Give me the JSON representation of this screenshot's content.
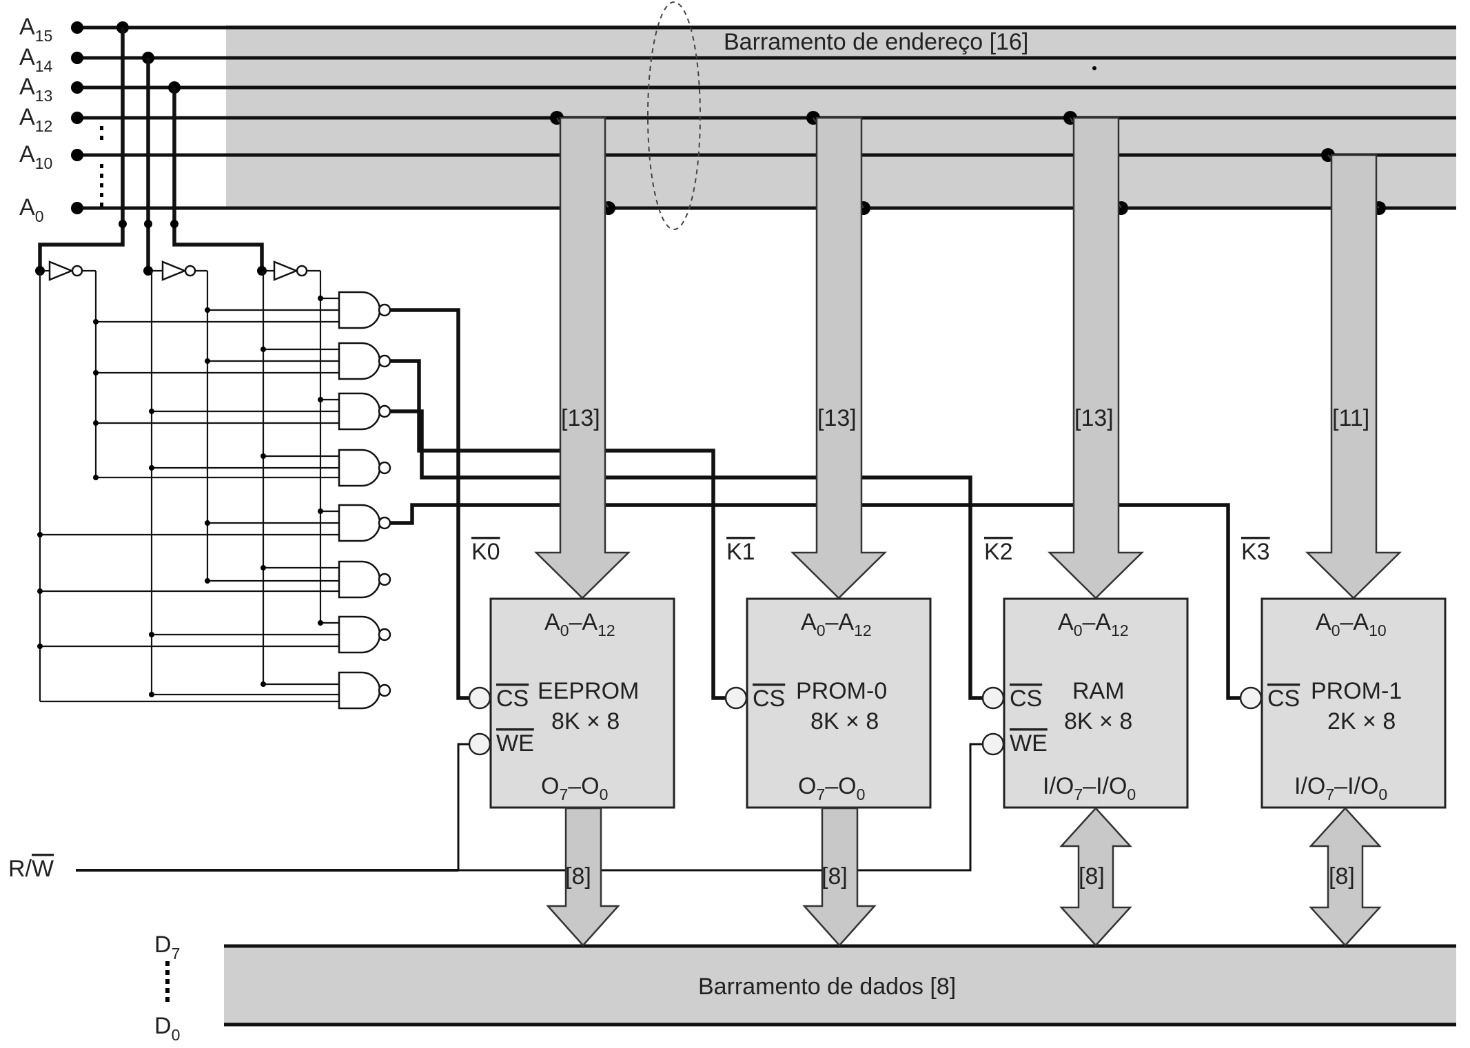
{
  "address_bus": {
    "label": "Barramento de endereço [16]"
  },
  "data_bus": {
    "label": "Barramento de dados [8]"
  },
  "address_lines": [
    {
      "base": "A",
      "sub": "15"
    },
    {
      "base": "A",
      "sub": "14"
    },
    {
      "base": "A",
      "sub": "13"
    },
    {
      "base": "A",
      "sub": "12"
    },
    {
      "base": "A",
      "sub": "10"
    },
    {
      "base": "A",
      "sub": "0"
    }
  ],
  "data_lines": {
    "top": {
      "base": "D",
      "sub": "7"
    },
    "bottom": {
      "base": "D",
      "sub": "0"
    }
  },
  "rw_signal": {
    "text": "R/",
    "overline": "W"
  },
  "chips": [
    {
      "name": "EEPROM",
      "size": "8K × 8",
      "addr": {
        "a": "A",
        "a_sub": "0",
        "dash": "–",
        "b": "A",
        "b_sub": "12"
      },
      "data": {
        "a": "O",
        "a_sub": "7",
        "dash": "–",
        "b": "O",
        "b_sub": "0"
      },
      "cs": "CS",
      "we": "WE",
      "select": "K0",
      "addr_width": "[13]",
      "data_width": "[8]"
    },
    {
      "name": "PROM-0",
      "size": "8K × 8",
      "addr": {
        "a": "A",
        "a_sub": "0",
        "dash": "–",
        "b": "A",
        "b_sub": "12"
      },
      "data": {
        "a": "O",
        "a_sub": "7",
        "dash": "–",
        "b": "O",
        "b_sub": "0"
      },
      "cs": "CS",
      "select": "K1",
      "addr_width": "[13]",
      "data_width": "[8]"
    },
    {
      "name": "RAM",
      "size": "8K × 8",
      "addr": {
        "a": "A",
        "a_sub": "0",
        "dash": "–",
        "b": "A",
        "b_sub": "12"
      },
      "data": {
        "a": "I/O",
        "a_sub": "7",
        "dash": "–",
        "b": "I/O",
        "b_sub": "0"
      },
      "cs": "CS",
      "we": "WE",
      "select": "K2",
      "addr_width": "[13]",
      "data_width": "[8]"
    },
    {
      "name": "PROM-1",
      "size": "2K × 8",
      "addr": {
        "a": "A",
        "a_sub": "0",
        "dash": "–",
        "b": "A",
        "b_sub": "10"
      },
      "data": {
        "a": "I/O",
        "a_sub": "7",
        "dash": "–",
        "b": "I/O",
        "b_sub": "0"
      },
      "cs": "CS",
      "select": "K3",
      "addr_width": "[11]",
      "data_width": "[8]"
    }
  ],
  "colors": {
    "bus_fill": "#cfcfcf",
    "chip_fill": "#dcdcdc",
    "arrow_fill": "#c8c8c8"
  }
}
